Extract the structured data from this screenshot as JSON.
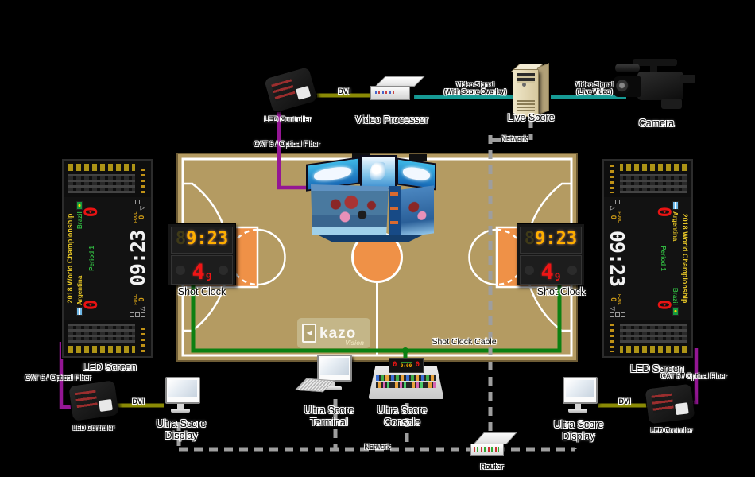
{
  "labels": {
    "led_controller": "LED Controller",
    "cat6_fiber": "CAT 6 / Optical Fiber",
    "dvi": "DVI",
    "video_processor": "Video Processor",
    "video_signal": "Video Signal",
    "with_score_overlay": "(With Score Overlay)",
    "live_video": "(Live Video)",
    "live_score": "Live Score",
    "camera": "Camera",
    "network": "Network",
    "led_screen": "LED Screen",
    "shot_clock": "Shot Clock",
    "shot_clock_cable": "Shot Clock Cable",
    "ultra_score": "Ultra Score",
    "display": "Display",
    "terminal": "Terminal",
    "console": "Console",
    "router": "Router"
  },
  "scoreboard": {
    "title": "2018 World Championship",
    "home_team": "Argentina",
    "away_team": "Brazil",
    "home_score": "0",
    "away_score": "0",
    "period": "Period 1",
    "game_clock": "09:23",
    "foul_label": "FOUL",
    "home_fouls": "0",
    "away_fouls": "0"
  },
  "shot_clock_display": {
    "ghost_digit": "8",
    "game_time": "9:23",
    "shot_seconds": "4",
    "shot_tenths": "9"
  },
  "console_display": {
    "left_score": "0",
    "right_score": "0",
    "time": "0:00"
  },
  "logo": {
    "arrow": "◄",
    "brand": "kazo",
    "sub": "Vision"
  },
  "colors": {
    "background": "#000000",
    "court": "#b49b62",
    "court_lines": "#ffffff",
    "paint": "#ef9147",
    "dvi_cable": "#8a8a05",
    "video_cable": "#169a94",
    "fiber_cable": "#941694",
    "shot_clock_cable": "#0c8012",
    "network_dash": "#9e9e9e",
    "led_amber": "#ffaf00",
    "led_red": "#ef1515",
    "led_yellow": "#e8c727",
    "led_green": "#30b540",
    "led_white": "#f2f2f2"
  }
}
